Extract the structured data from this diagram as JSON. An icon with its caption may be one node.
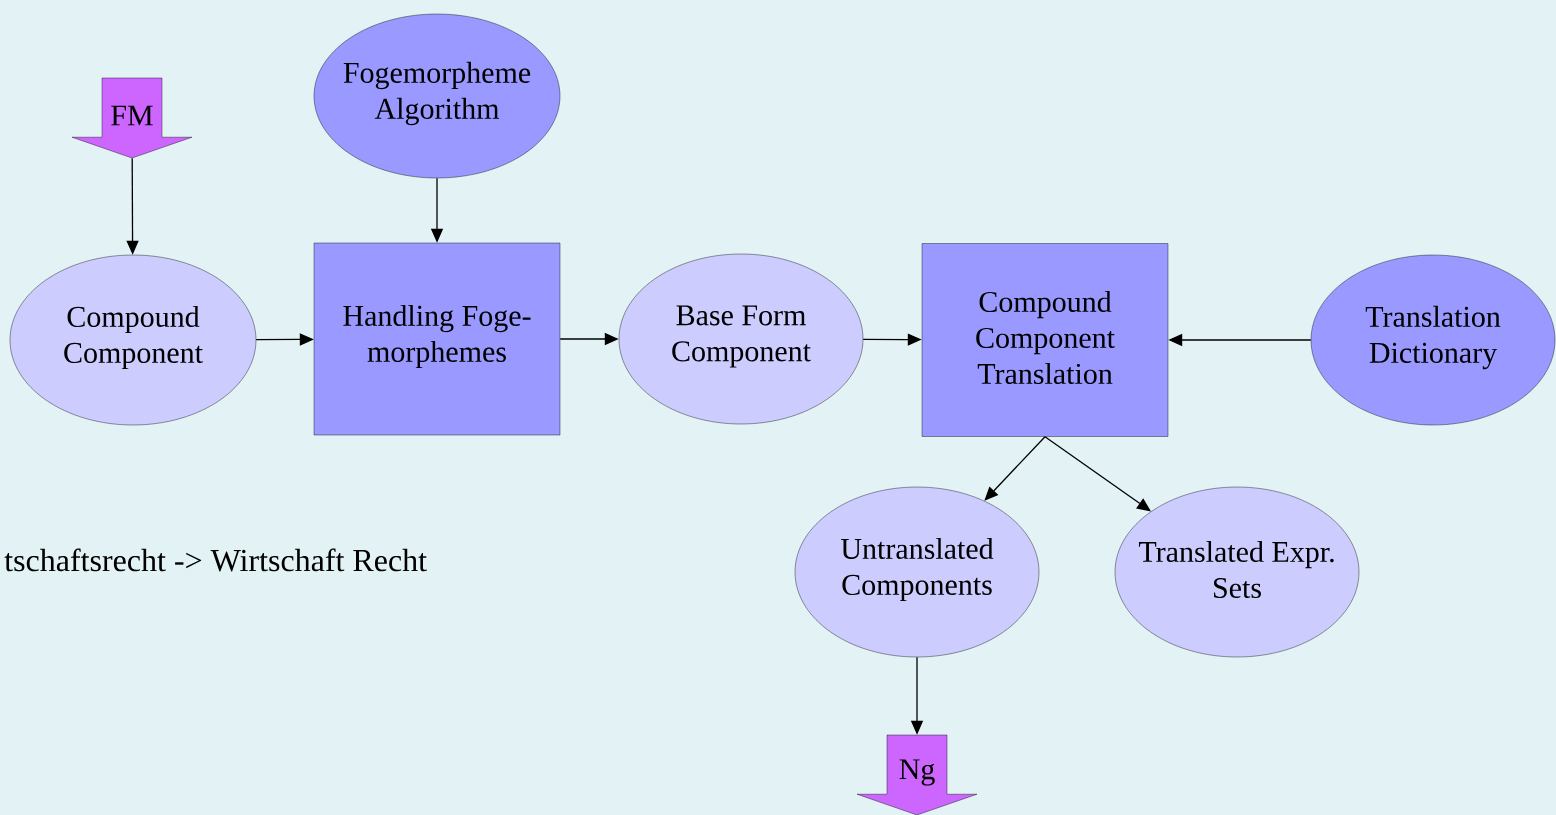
{
  "diagram": {
    "nodes": [
      {
        "text": [
          "FM"
        ]
      },
      {
        "text": [
          "Fogemorpheme Algorithm"
        ]
      },
      {
        "text": [
          "Compound Component"
        ]
      },
      {
        "text": [
          "Handling Foge- morphemes"
        ]
      },
      {
        "text": [
          "Base Form Component"
        ]
      },
      {
        "text": [
          "Compound Component Translation"
        ]
      },
      {
        "text": [
          "Translation Dictionary"
        ]
      },
      {
        "text": [
          "Untranslated Components"
        ]
      },
      {
        "text": [
          "Translated Expr. Sets"
        ]
      },
      {
        "text": [
          "Ng"
        ]
      }
    ],
    "edges": [
      {
        "from": 0,
        "to": 2,
        "arrow": "to"
      },
      {
        "from": 1,
        "to": 3,
        "arrow": "to"
      },
      {
        "from": 2,
        "to": 3,
        "arrow": "to"
      },
      {
        "from": 3,
        "to": 4,
        "arrow": "to"
      },
      {
        "from": 4,
        "to": 5,
        "arrow": "to"
      },
      {
        "from": 6,
        "to": 5,
        "arrow": "to"
      },
      {
        "from": 5,
        "to": 7,
        "arrow": "to"
      },
      {
        "from": 5,
        "to": 8,
        "arrow": "to"
      },
      {
        "from": 7,
        "to": 9,
        "arrow": "to"
      }
    ],
    "labels": [
      "tschaftsrecht -> Wirtschaft Recht"
    ]
  }
}
